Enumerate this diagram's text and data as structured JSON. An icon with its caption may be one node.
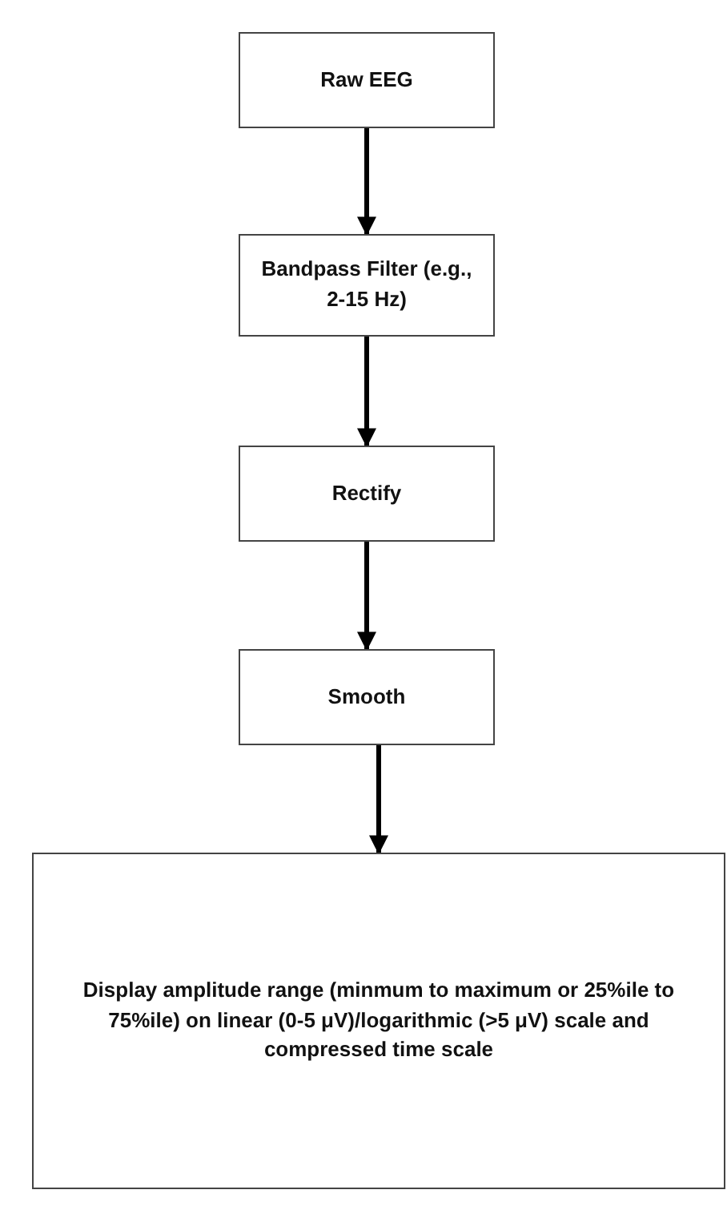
{
  "diagram": {
    "nodes": [
      {
        "text": [
          "Raw EEG"
        ]
      },
      {
        "text": [
          "Bandpass Filter (e.g., 2-15 Hz)"
        ]
      },
      {
        "text": [
          "Rectify"
        ]
      },
      {
        "text": [
          "Smooth"
        ]
      },
      {
        "text": [
          "Display amplitude range (minmum to maximum or 25%ile to 75%ile) on linear (0-5 μV)/logarithmic (>5 μV) scale and compressed time scale"
        ]
      }
    ],
    "edges": [
      {
        "from": 0,
        "to": 1,
        "arrow": "to"
      },
      {
        "from": 1,
        "to": 2,
        "arrow": "to"
      },
      {
        "from": 2,
        "to": 3,
        "arrow": "to"
      },
      {
        "from": 3,
        "to": 4,
        "arrow": "to"
      }
    ]
  }
}
